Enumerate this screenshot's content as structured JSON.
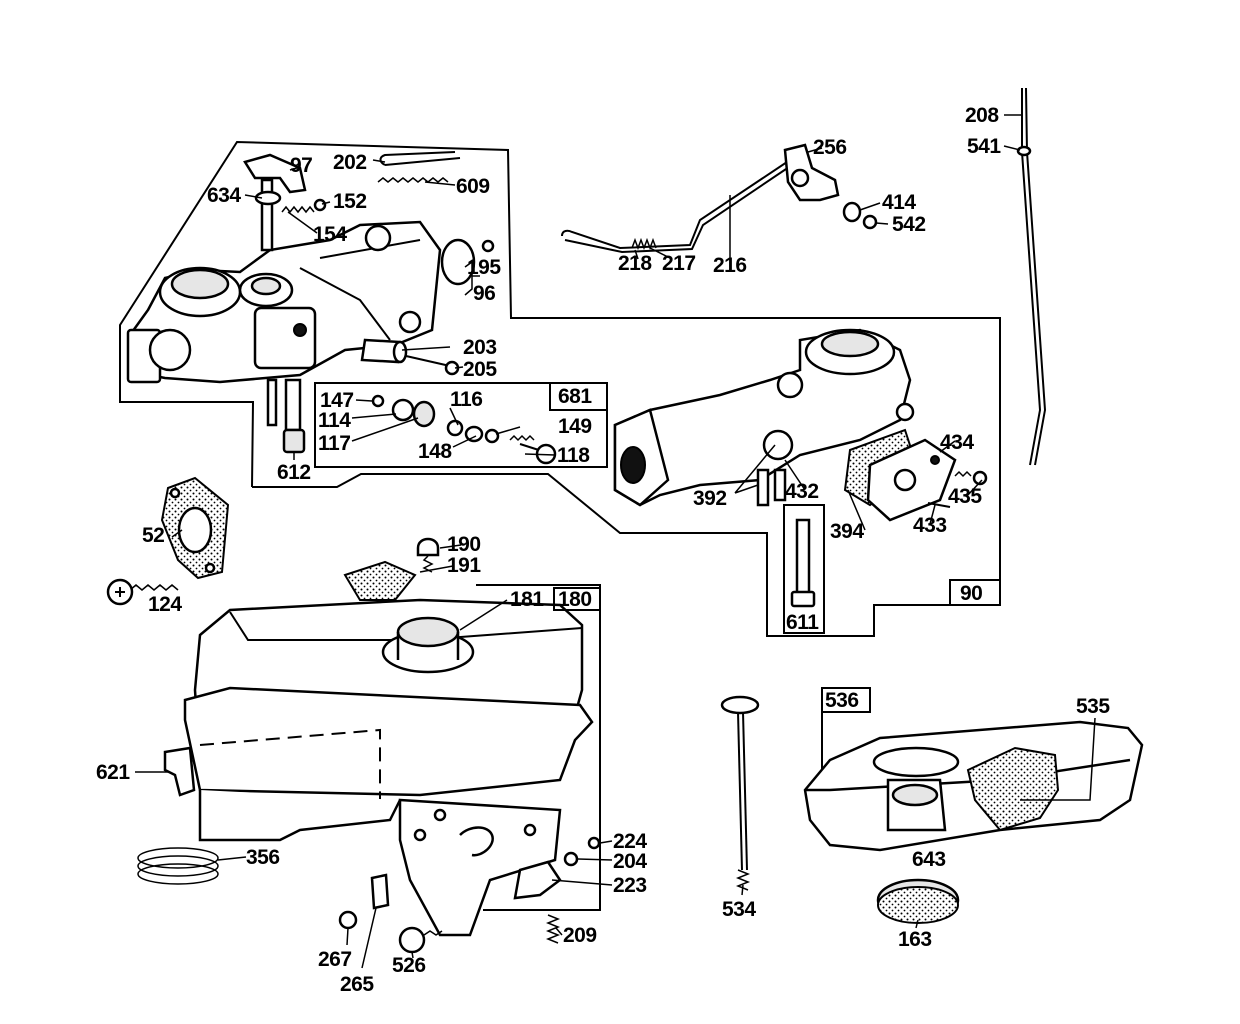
{
  "labels": {
    "p97": "97",
    "p202": "202",
    "p609": "609",
    "p634": "634",
    "p152": "152",
    "p154": "154",
    "p195": "195",
    "p96": "96",
    "p203": "203",
    "p205": "205",
    "p147": "147",
    "p114": "114",
    "p117": "117",
    "p116": "116",
    "p148": "148",
    "p149": "149",
    "p118": "118",
    "p612": "612",
    "p218": "218",
    "p217": "217",
    "p216": "216",
    "p256": "256",
    "p414": "414",
    "p542": "542",
    "p208": "208",
    "p541": "541",
    "p434": "434",
    "p435": "435",
    "p433": "433",
    "p392": "392",
    "p432": "432",
    "p394": "394",
    "p52": "52",
    "p124": "124",
    "p190": "190",
    "p191": "191",
    "p181": "181",
    "p621": "621",
    "p356": "356",
    "p224": "224",
    "p204": "204",
    "p223": "223",
    "p209": "209",
    "p267": "267",
    "p265": "265",
    "p526": "526",
    "p534": "534",
    "p535": "535",
    "p643": "643",
    "p163": "163"
  },
  "boxed_labels": {
    "b681": "681",
    "b90": "90",
    "b611": "611",
    "b180": "180",
    "b536": "536"
  }
}
